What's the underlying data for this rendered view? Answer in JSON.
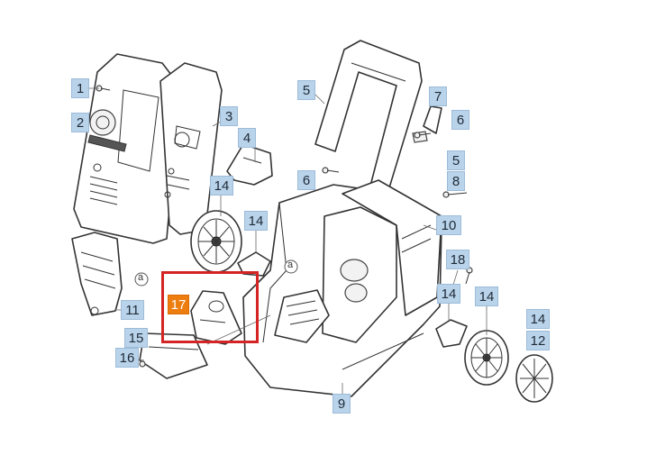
{
  "diagram": {
    "callouts": [
      "1",
      "2",
      "3",
      "4",
      "5",
      "5",
      "6",
      "6",
      "7",
      "8",
      "9",
      "10",
      "11",
      "12",
      "14",
      "14",
      "14",
      "14",
      "14",
      "15",
      "16",
      "17",
      "18"
    ],
    "highlighted_callout": "17",
    "marker_letter": "a",
    "colors": {
      "callout_fill": "#b9d3ea",
      "highlight_fill": "#ee7d10",
      "highlight_frame": "#d42424",
      "line_art": "#333333"
    }
  }
}
